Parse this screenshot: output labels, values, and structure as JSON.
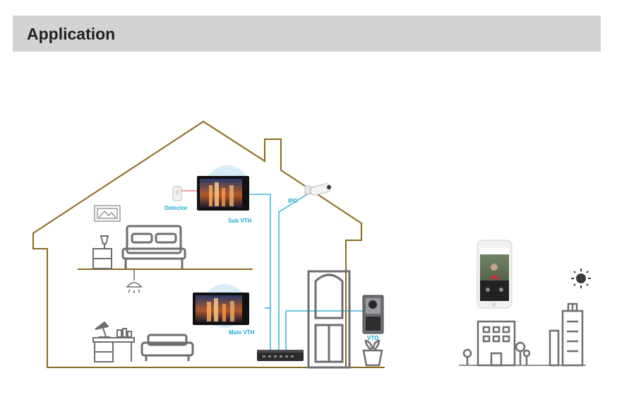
{
  "header": {
    "title": "Application"
  },
  "labels": {
    "detector": "Detector",
    "sub_vth": "Sub VTH",
    "ipc": "IPC",
    "main_vth": "Main VTH",
    "vto": "VTO"
  },
  "colors": {
    "header_bg": "#d2d3d5",
    "house_outline": "#8a6a1f",
    "cable": "#1aa5d6",
    "label": "#1aa5d6",
    "icon_gray": "#6d6e71"
  }
}
